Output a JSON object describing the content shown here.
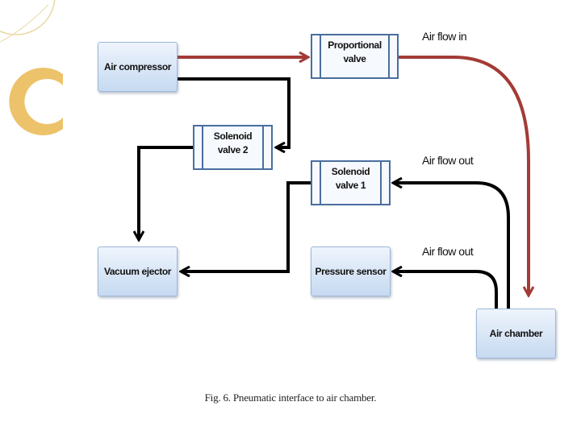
{
  "boxes": {
    "air_compressor": "Air compressor",
    "vacuum_ejector": "Vacuum ejector",
    "pressure_sensor": "Pressure sensor",
    "air_chamber": "Air chamber"
  },
  "valves": {
    "proportional": [
      "Proportional",
      "valve"
    ],
    "solenoid_2": [
      "Solenoid",
      "valve 2"
    ],
    "solenoid_1": [
      "Solenoid",
      "valve 1"
    ]
  },
  "flow_labels": {
    "air_flow_in": "Air flow in",
    "air_flow_out_1": "Air flow out",
    "air_flow_out_2": "Air flow out"
  },
  "caption": "Fig. 6.  Pneumatic interface to air chamber.",
  "colors": {
    "air_in_arrow": "#a33b36",
    "line_arrow": "#000000",
    "deco_yellow": "#e9b850"
  }
}
